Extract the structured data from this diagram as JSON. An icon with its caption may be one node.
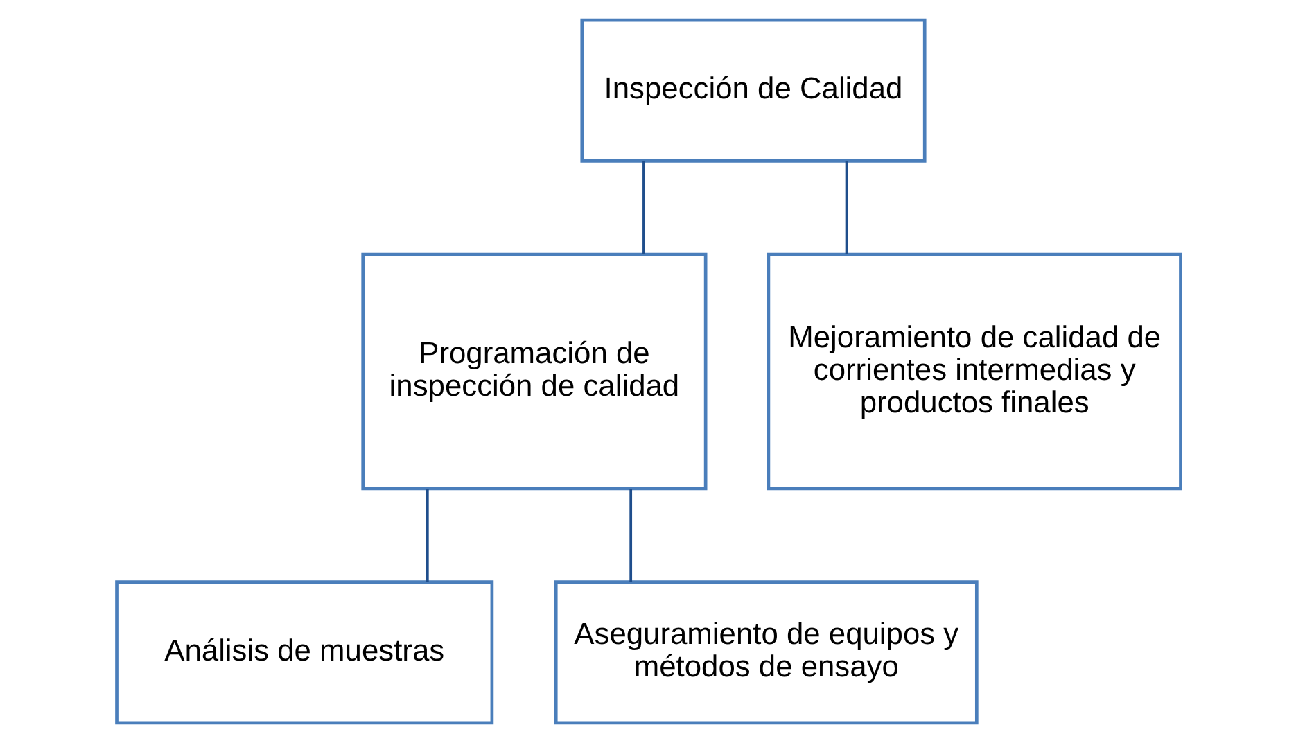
{
  "diagram": {
    "nodes": [
      {
        "text": [
          "Inspección de Calidad"
        ]
      },
      {
        "text": [
          "Programación de inspección de calidad"
        ]
      },
      {
        "text": [
          "Mejoramiento de calidad de corrientes intermedias y productos finales"
        ]
      },
      {
        "text": [
          "Análisis de muestras"
        ]
      },
      {
        "text": [
          "Aseguramiento de equipos y métodos de ensayo"
        ]
      }
    ],
    "edges": [
      {
        "from": 0,
        "to": 1,
        "arrow": "none"
      },
      {
        "from": 0,
        "to": 2,
        "arrow": "none"
      },
      {
        "from": 1,
        "to": 3,
        "arrow": "none"
      },
      {
        "from": 1,
        "to": 4,
        "arrow": "none"
      }
    ]
  }
}
